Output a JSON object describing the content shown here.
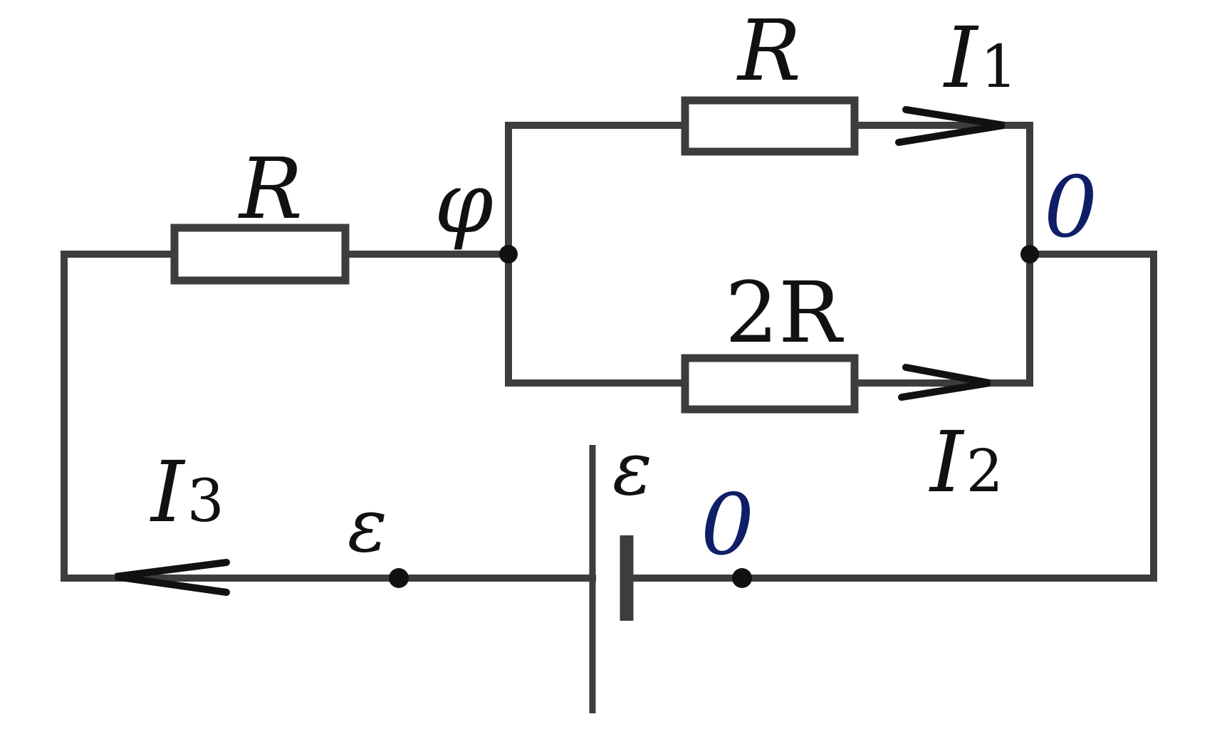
{
  "labels": {
    "r_series": "R",
    "r_top": "R",
    "r_bottom": "2R",
    "phi": "φ",
    "zero_node": "0",
    "zero_terminal": "0",
    "emf_cell": "ε",
    "emf_terminal": "ε",
    "i1": {
      "letter": "I",
      "sub": "1"
    },
    "i2": {
      "letter": "I",
      "sub": "2"
    },
    "i3": {
      "letter": "I",
      "sub": "3"
    }
  },
  "colors": {
    "wire": "#3d3d3d",
    "text": "#111111",
    "zero_label": "#0f1e66"
  }
}
